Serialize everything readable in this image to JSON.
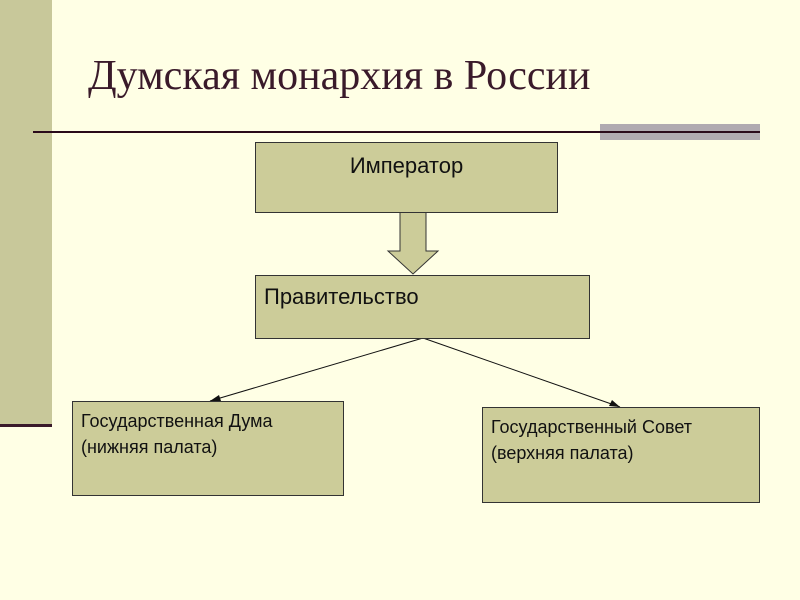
{
  "title": "Думская монархия в России",
  "boxes": {
    "emperor": "Император",
    "government": "Правительство",
    "duma_line1": "Государственная Дума",
    "duma_line2": "(нижняя палата)",
    "council_line1": "Государственный Совет",
    "council_line2": "(верхняя палата)"
  }
}
